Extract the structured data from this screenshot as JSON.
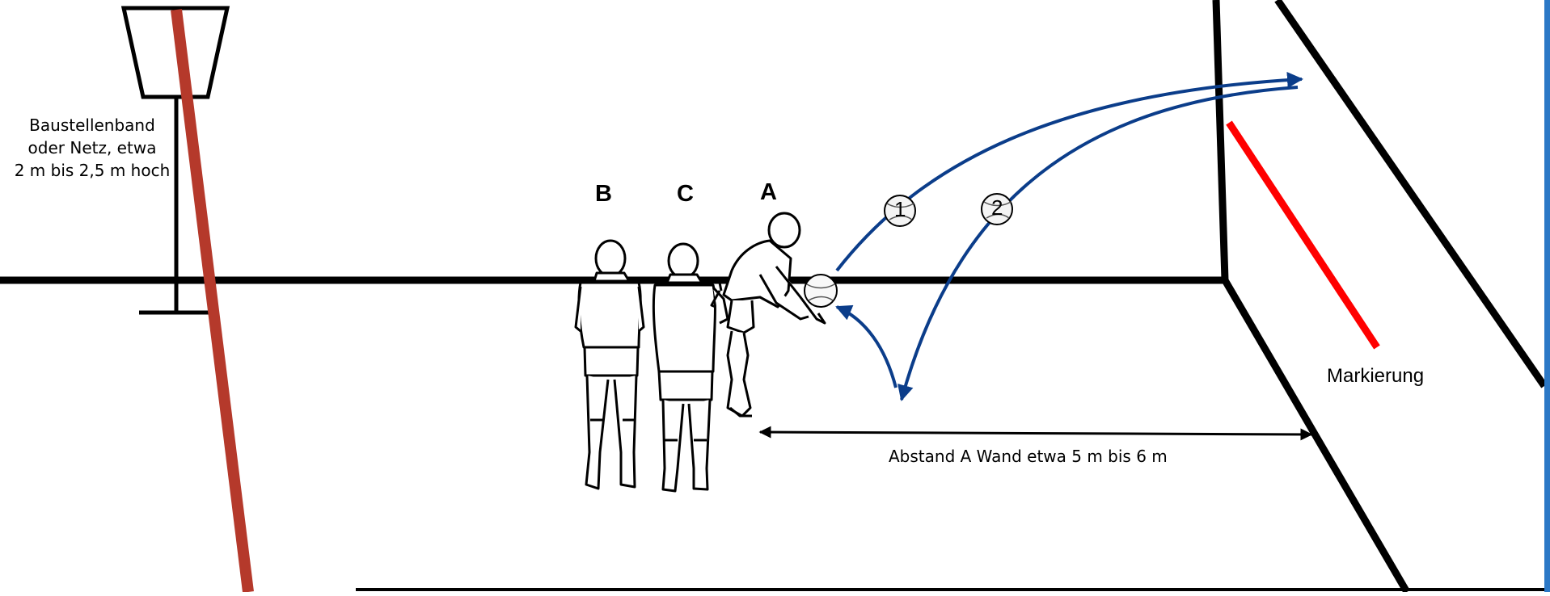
{
  "labels": {
    "player_b": "B",
    "player_c": "C",
    "player_a": "A",
    "net": [
      "Baustellenband",
      "oder Netz, etwa",
      "2 m bis 2,5 m hoch"
    ],
    "distance": "Abstand A  Wand etwa 5 m bis 6 m",
    "marking": "Markierung"
  },
  "balls": [
    "1",
    "2"
  ],
  "colors": {
    "lines": "#000000",
    "pole": "#b5392b",
    "marking": "#ff0000",
    "trajectory": "#0b3d8a",
    "edge": "#2b78c6"
  }
}
